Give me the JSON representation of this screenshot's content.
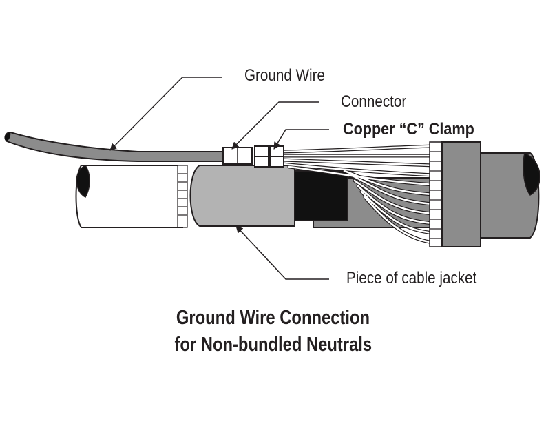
{
  "labels": {
    "ground_wire": "Ground Wire",
    "connector": "Connector",
    "clamp": "Copper “C” Clamp",
    "jacket_piece": "Piece of cable jacket"
  },
  "caption": {
    "line1": "Ground Wire Connection",
    "line2": "for Non-bundled Neutrals"
  },
  "colors": {
    "ink": "#231f20",
    "jacket_gray": "#8c8c8c",
    "sleeve_gray": "#b3b3b3",
    "semicon_black": "#111111",
    "wire_white": "#ffffff"
  }
}
